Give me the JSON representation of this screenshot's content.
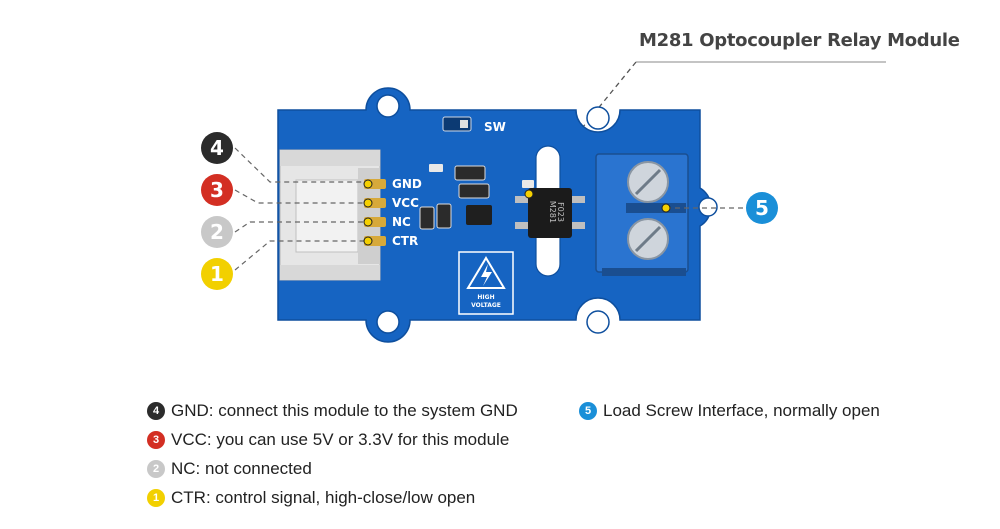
{
  "title": "M281 Optocoupler Relay Module",
  "board": {
    "labels": {
      "sw": "SW",
      "gnd": "GND",
      "vcc": "VCC",
      "nc": "NC",
      "ctr": "CTR"
    },
    "chip_text": [
      "M281",
      "F023"
    ],
    "warning_text": [
      "HIGH",
      "VOLTAGE"
    ]
  },
  "badges": [
    {
      "num": "4",
      "color": "#2b2b2b"
    },
    {
      "num": "3",
      "color": "#d32f23"
    },
    {
      "num": "2",
      "color": "#c8c8c8"
    },
    {
      "num": "1",
      "color": "#f2d000"
    },
    {
      "num": "5",
      "color": "#1a8fd8"
    }
  ],
  "legend": [
    {
      "num": "4",
      "color": "#2b2b2b",
      "text": "GND: connect this module to the system GND"
    },
    {
      "num": "3",
      "color": "#d32f23",
      "text": "VCC: you can use 5V or 3.3V for this module"
    },
    {
      "num": "2",
      "color": "#c8c8c8",
      "text": "NC: not connected"
    },
    {
      "num": "1",
      "color": "#f2d000",
      "text": "CTR: control signal, high-close/low open"
    },
    {
      "num": "5",
      "color": "#1a8fd8",
      "text": "Load Screw Interface, normally open"
    }
  ]
}
